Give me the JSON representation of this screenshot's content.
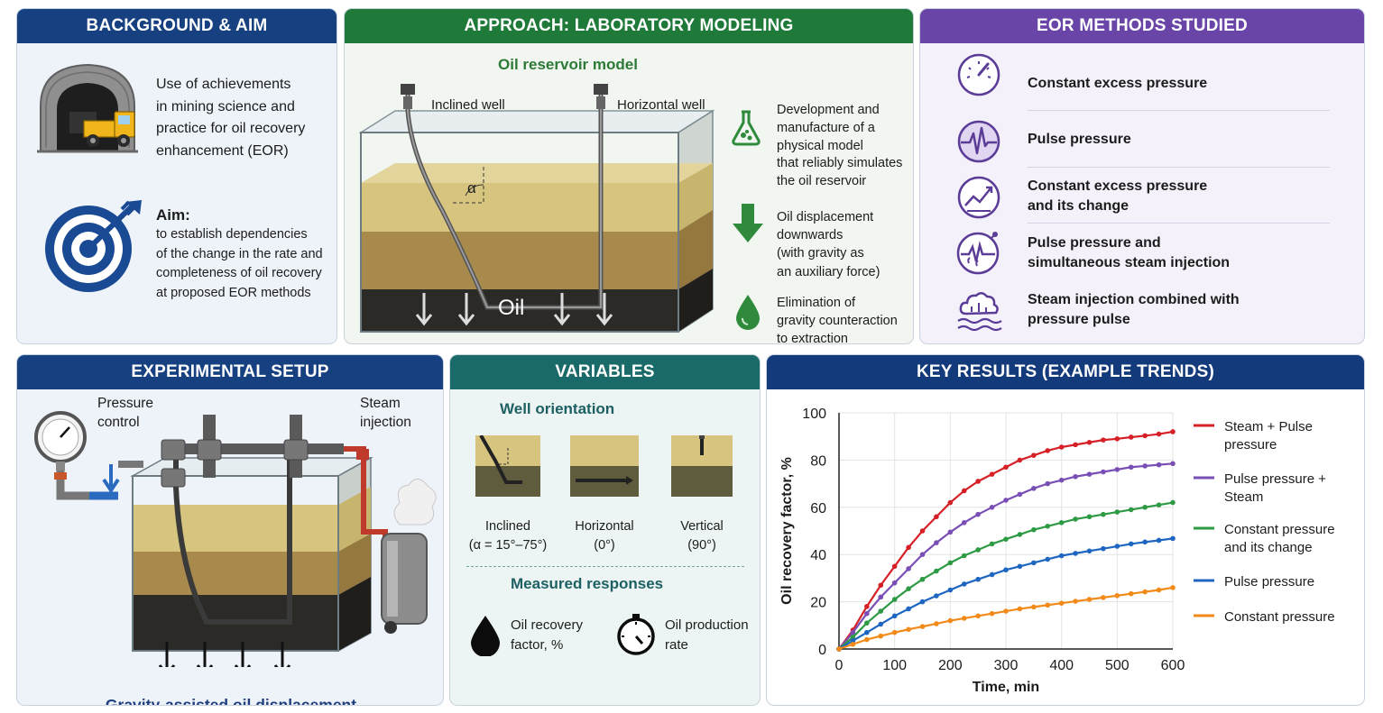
{
  "colors": {
    "blue_header": "#16407f",
    "green_header": "#1f7a3a",
    "purple_header": "#6a45a8",
    "teal_header": "#1b6a6a",
    "navy_header": "#133a7a"
  },
  "background": {
    "title": "BACKGROUND & AIM",
    "intro": [
      "Use of achievements",
      "in mining science and",
      "practice for oil recovery",
      "enhancement (EOR)"
    ],
    "aim_label": "Aim:",
    "aim_text": [
      "to establish dependencies",
      "of the change in the rate and",
      "completeness of oil recovery",
      "at proposed EOR methods"
    ]
  },
  "approach": {
    "title": "APPROACH: LABORATORY MODELING",
    "model_title": "Oil reservoir model",
    "inclined_well": "Inclined well",
    "horizontal_well": "Horizontal well",
    "angle_symbol": "α",
    "oil_label": "Oil",
    "notes": [
      {
        "icon": "flask-icon",
        "lines": [
          "Development and",
          "manufacture of a",
          "physical model",
          "that reliably simulates",
          "the oil reservoir"
        ]
      },
      {
        "icon": "arrow-down-icon",
        "lines": [
          "Oil displacement",
          "downwards",
          "(with gravity as",
          "an auxiliary force)"
        ]
      },
      {
        "icon": "drop-icon",
        "lines": [
          "Elimination of",
          "gravity counteraction",
          "to extraction"
        ]
      }
    ]
  },
  "eor": {
    "title": "EOR METHODS STUDIED",
    "methods": [
      {
        "icon": "gauge-icon",
        "lines": [
          "Constant excess pressure"
        ]
      },
      {
        "icon": "pulse-icon",
        "lines": [
          "Pulse pressure"
        ]
      },
      {
        "icon": "trend-gauge-icon",
        "lines": [
          "Constant excess pressure",
          "and its change"
        ]
      },
      {
        "icon": "pulse-steam-icon",
        "lines": [
          "Pulse pressure and",
          "simultaneous steam injection"
        ]
      },
      {
        "icon": "steam-cloud-icon",
        "lines": [
          "Steam injection combined with",
          "pressure pulse"
        ]
      }
    ]
  },
  "setup": {
    "title": "EXPERIMENTAL SETUP",
    "pressure_label": [
      "Pressure",
      "control"
    ],
    "steam_label": [
      "Steam",
      "injection"
    ],
    "caption": "Gravity-assisted oil displacement"
  },
  "variables": {
    "title": "VARIABLES",
    "orientation_title": "Well orientation",
    "orientations": [
      {
        "name": "Inclined",
        "detail": "(α = 15°–75°)"
      },
      {
        "name": "Horizontal",
        "detail": "(0°)"
      },
      {
        "name": "Vertical",
        "detail": "(90°)"
      }
    ],
    "responses_title": "Measured responses",
    "responses": [
      {
        "icon": "oil-drop-icon",
        "lines": [
          "Oil recovery",
          "factor, %"
        ]
      },
      {
        "icon": "stopwatch-icon",
        "lines": [
          "Oil production",
          "rate"
        ]
      }
    ]
  },
  "results": {
    "title": "KEY RESULTS (EXAMPLE TRENDS)"
  },
  "chart_data": {
    "type": "line",
    "title": "",
    "xlabel": "Time, min",
    "ylabel": "Oil recovery factor, %",
    "xlim": [
      0,
      600
    ],
    "ylim": [
      0,
      100
    ],
    "xticks": [
      0,
      100,
      200,
      300,
      400,
      500,
      600
    ],
    "yticks": [
      0,
      20,
      40,
      60,
      80,
      100
    ],
    "grid": true,
    "legend_position": "right",
    "x": [
      0,
      25,
      50,
      75,
      100,
      125,
      150,
      175,
      200,
      225,
      250,
      275,
      300,
      325,
      350,
      375,
      400,
      425,
      450,
      475,
      500,
      525,
      550,
      575,
      600
    ],
    "series": [
      {
        "name": "Steam + Pulse pressure",
        "legend_lines": [
          "Steam + Pulse",
          "pressure"
        ],
        "color": "#d62027",
        "values": [
          0,
          8,
          18,
          27,
          35,
          43,
          50,
          56,
          62,
          67,
          71,
          74,
          77,
          80,
          82,
          84,
          85.5,
          86.5,
          87.5,
          88.5,
          89,
          89.7,
          90.3,
          91,
          92
        ]
      },
      {
        "name": "Pulse pressure + Steam",
        "legend_lines": [
          "Pulse pressure +",
          "Steam"
        ],
        "color": "#7a4fb5",
        "values": [
          0,
          7,
          15,
          22,
          28,
          34,
          40,
          45,
          49.5,
          53.5,
          57,
          60,
          63,
          65.5,
          68,
          70,
          71.5,
          73,
          74,
          75,
          76,
          77,
          77.5,
          78,
          78.5
        ]
      },
      {
        "name": "Constant pressure and its change",
        "legend_lines": [
          "Constant pressure",
          "and its change"
        ],
        "color": "#2e9a44",
        "values": [
          0,
          5,
          11,
          16,
          21,
          25.5,
          29.5,
          33,
          36.5,
          39.5,
          42,
          44.5,
          46.5,
          48.5,
          50.5,
          52,
          53.5,
          55,
          56,
          57,
          58,
          59,
          60,
          61,
          62
        ]
      },
      {
        "name": "Pulse pressure",
        "legend_lines": [
          "Pulse pressure"
        ],
        "color": "#1f66c1",
        "values": [
          0,
          3.5,
          7,
          10.5,
          14,
          17,
          20,
          22.5,
          25,
          27.5,
          29.5,
          31.5,
          33.5,
          35,
          36.5,
          38,
          39.5,
          40.5,
          41.5,
          42.5,
          43.5,
          44.5,
          45.3,
          46,
          46.8
        ]
      },
      {
        "name": "Constant pressure",
        "legend_lines": [
          "Constant pressure"
        ],
        "color": "#f28a1a",
        "values": [
          0,
          2,
          4,
          5.5,
          7,
          8.3,
          9.5,
          10.7,
          12,
          13,
          14,
          15,
          16,
          17,
          17.8,
          18.6,
          19.4,
          20.2,
          21,
          21.8,
          22.6,
          23.4,
          24.2,
          25,
          26
        ]
      }
    ]
  }
}
